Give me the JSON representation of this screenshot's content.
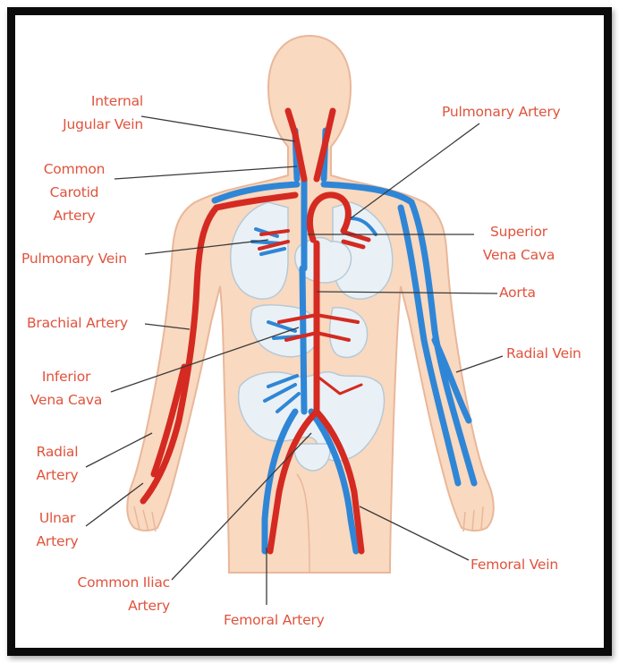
{
  "labels": {
    "internal_jugular_vein": [
      "Internal",
      "Jugular Vein"
    ],
    "common_carotid_artery": [
      "Common",
      "Carotid",
      "Artery"
    ],
    "pulmonary_vein": [
      "Pulmonary Vein"
    ],
    "brachial_artery": [
      "Brachial Artery"
    ],
    "inferior_vena_cava": [
      "Inferior",
      "Vena Cava"
    ],
    "radial_artery": [
      "Radial",
      "Artery"
    ],
    "ulnar_artery": [
      "Ulnar",
      "Artery"
    ],
    "common_iliac_artery": [
      "Common Iliac",
      "Artery"
    ],
    "femoral_artery": [
      "Femoral Artery"
    ],
    "pulmonary_artery": [
      "Pulmonary Artery"
    ],
    "superior_vena_cava": [
      "Superior",
      "Vena Cava"
    ],
    "aorta": [
      "Aorta"
    ],
    "radial_vein": [
      "Radial Vein"
    ],
    "femoral_vein": [
      "Femoral Vein"
    ]
  },
  "colors": {
    "artery": "#d42a21",
    "vein": "#2f86d6",
    "skin": "#f9d9c0",
    "skin_outline": "#e9b79a",
    "organ": "#e9f1f6",
    "organ_outline": "#b6c9d6",
    "label_text": "#e0533c",
    "leader_line": "#3a3a3a",
    "frame": "#0b0b0b"
  }
}
